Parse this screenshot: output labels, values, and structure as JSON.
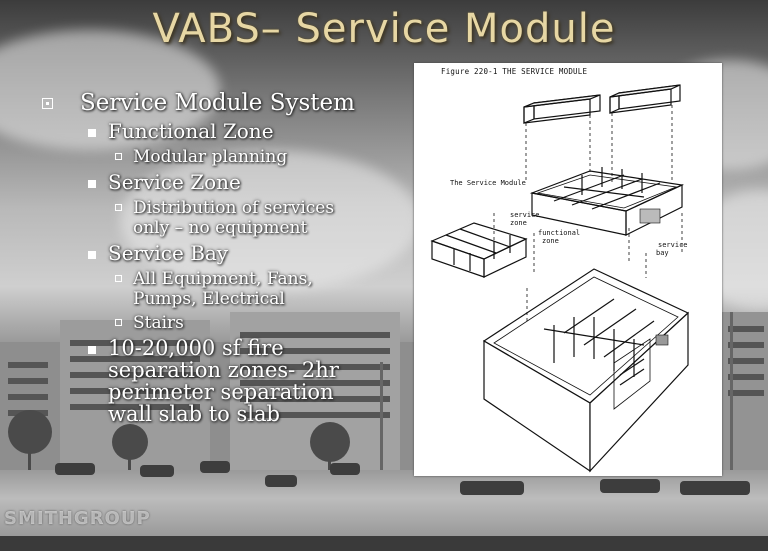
{
  "slide": {
    "title": "VABS– Service Module",
    "bullets": {
      "b1": "Service Module System",
      "b1_1": "Functional Zone",
      "b1_1_1": "Modular planning",
      "b1_2": "Service Zone",
      "b1_2_1": "Distribution of services only – no equipment",
      "b1_3": "Service Bay",
      "b1_3_1": "All Equipment, Fans, Pumps, Electrical",
      "b1_3_2": "Stairs",
      "b2": "10-20,000 sf fire separation zones- 2hr perimeter separation wall slab to slab"
    },
    "figure": {
      "caption": "Figure 220-1   THE SERVICE MODULE",
      "label_module": "The Service Module",
      "label_service_zone_1": "service",
      "label_service_zone_2": "zone",
      "label_functional_zone_1": "functional",
      "label_functional_zone_2": "zone",
      "label_service_bay_1": "service",
      "label_service_bay_2": "bay"
    },
    "logo": "SMITHGROUP"
  }
}
